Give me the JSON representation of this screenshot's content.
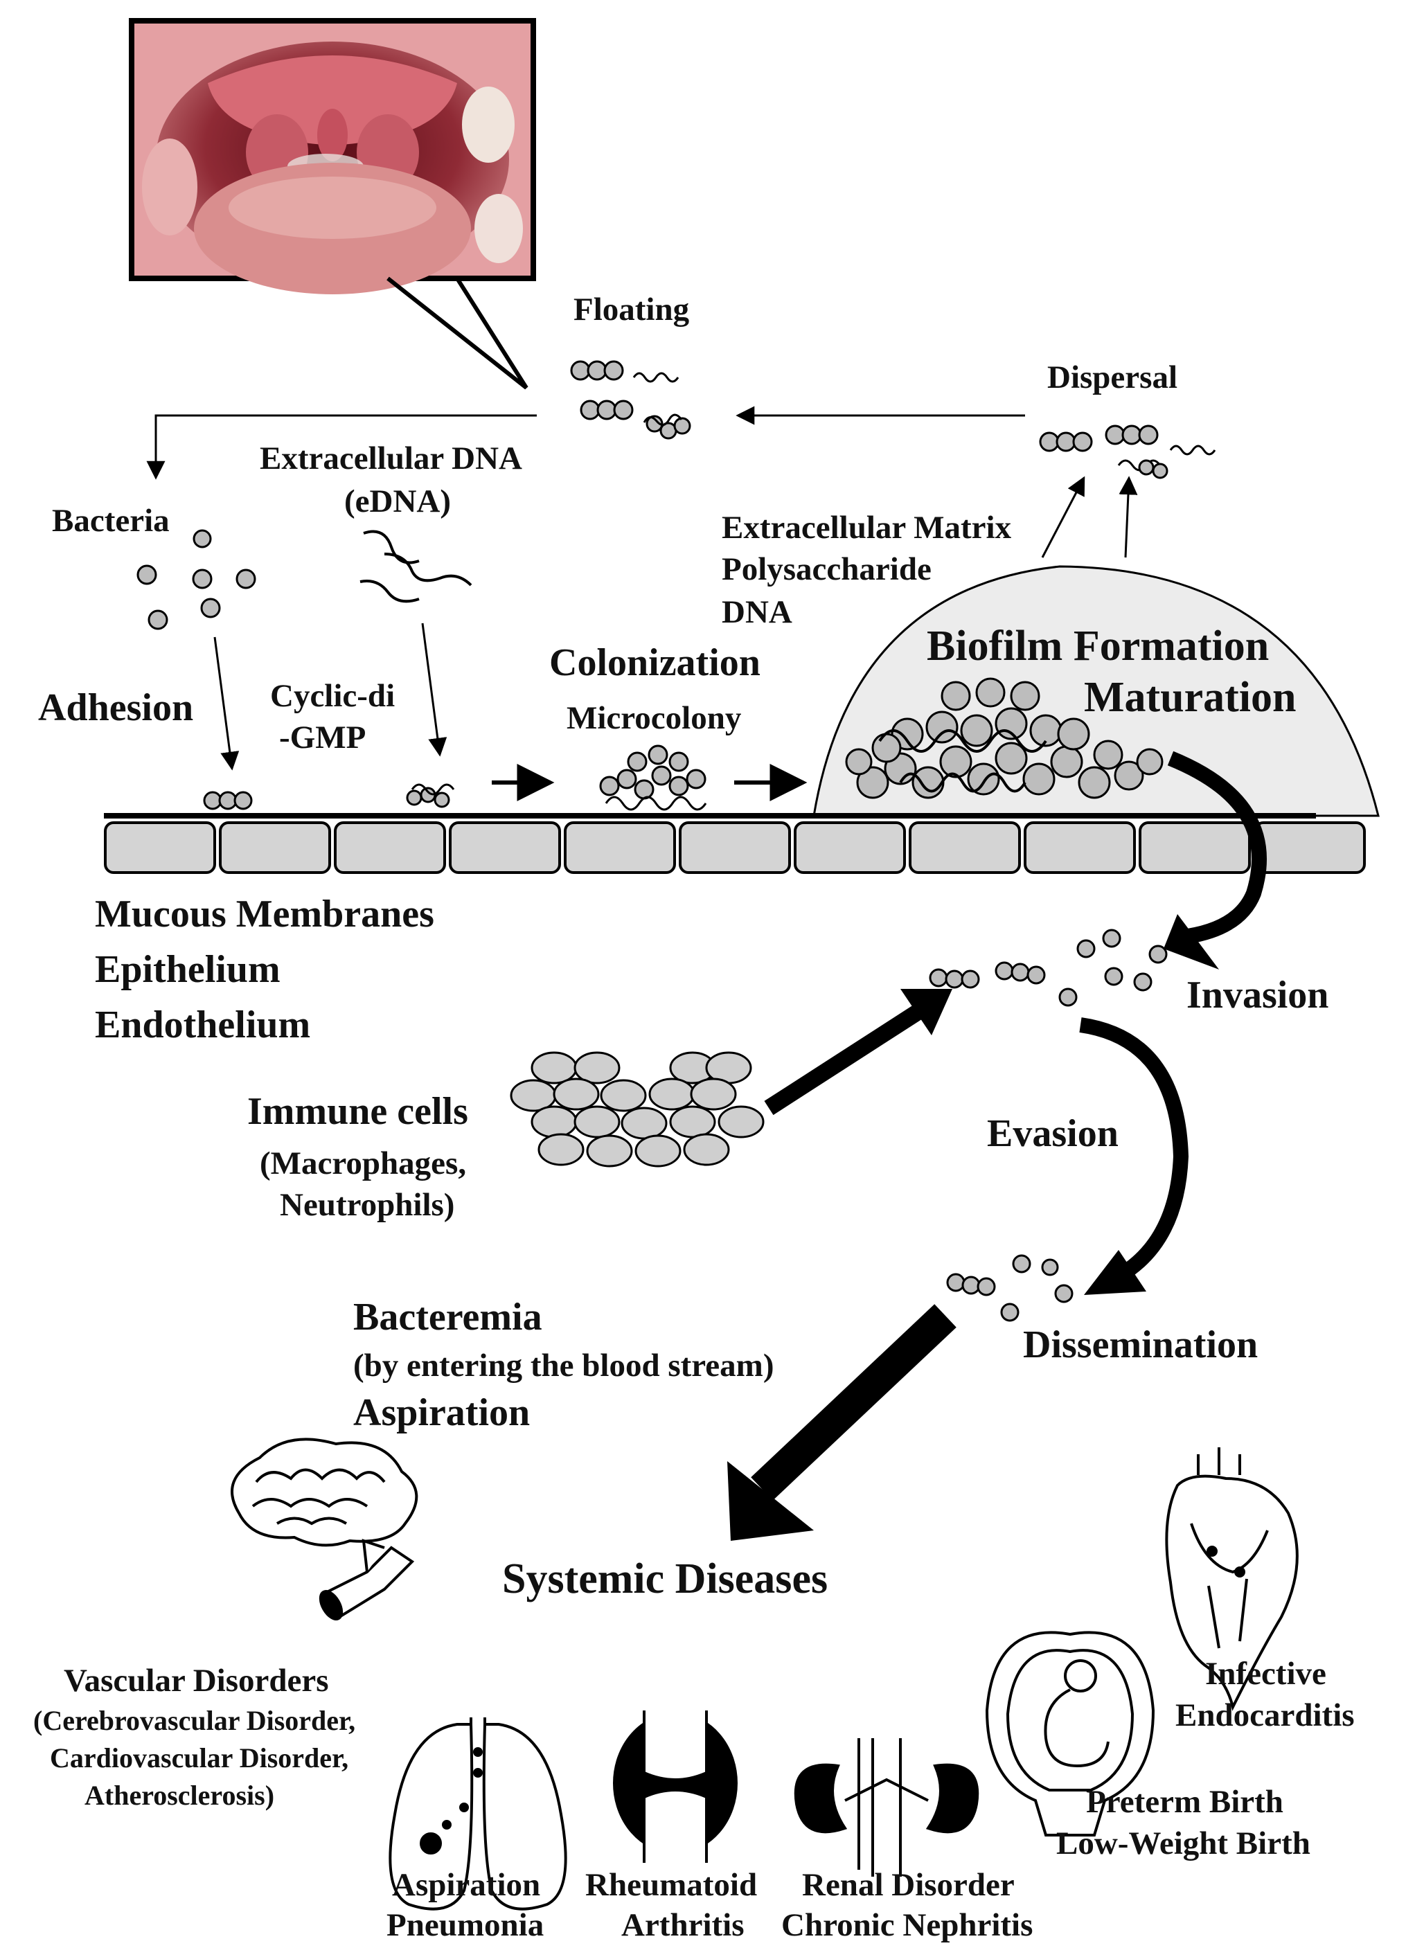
{
  "photo": {
    "alt": "open mouth showing throat"
  },
  "labels": {
    "floating": "Floating",
    "dispersal": "Dispersal",
    "extracellular_dna": "Extracellular DNA",
    "edna": "(eDNA)",
    "bacteria": "Bacteria",
    "matrix_title": "Extracellular Matrix",
    "matrix_polysaccharide": "Polysaccharide",
    "matrix_dna": "DNA",
    "adhesion": "Adhesion",
    "cyclic_1": "Cyclic-di",
    "cyclic_2": "-GMP",
    "colonization": "Colonization",
    "microcolony": "Microcolony",
    "biofilm_formation": "Biofilm Formation",
    "maturation": "Maturation",
    "mucous": "Mucous Membranes",
    "epithelium": "Epithelium",
    "endothelium": "Endothelium",
    "invasion": "Invasion",
    "immune": "Immune cells",
    "immune_sub1": "(Macrophages,",
    "immune_sub2": "Neutrophils)",
    "evasion": "Evasion",
    "dissemination": "Dissemination",
    "bacteremia": "Bacteremia",
    "bacteremia_sub": "(by entering the blood stream)",
    "aspiration": "Aspiration",
    "systemic": "Systemic Diseases"
  },
  "diseases": {
    "vascular": {
      "title": "Vascular Disorders",
      "l1": "(Cerebrovascular Disorder,",
      "l2": "Cardiovascular  Disorder,",
      "l3": "Atherosclerosis)"
    },
    "pneumonia": {
      "l1": "Aspiration",
      "l2": "Pneumonia"
    },
    "arthritis": {
      "l1": "Rheumatoid",
      "l2": "Arthritis"
    },
    "renal": {
      "l1": "Renal Disorder",
      "l2": "Chronic Nephritis"
    },
    "birth": {
      "l1": "Preterm Birth",
      "l2": "Low-Weight Birth"
    },
    "endocarditis": {
      "l1": "Infective",
      "l2": "Endocarditis"
    }
  },
  "icons": [
    "brain-icon",
    "blood-vessel-icon",
    "lungs-icon",
    "knee-joint-icon",
    "kidneys-icon",
    "fetus-uterus-icon",
    "heart-icon"
  ],
  "colors": {
    "cell_fill": "#bdbdbd",
    "membrane_fill": "#d4d4d4",
    "biofilm_dome": "#ececec",
    "stroke": "#000000"
  }
}
